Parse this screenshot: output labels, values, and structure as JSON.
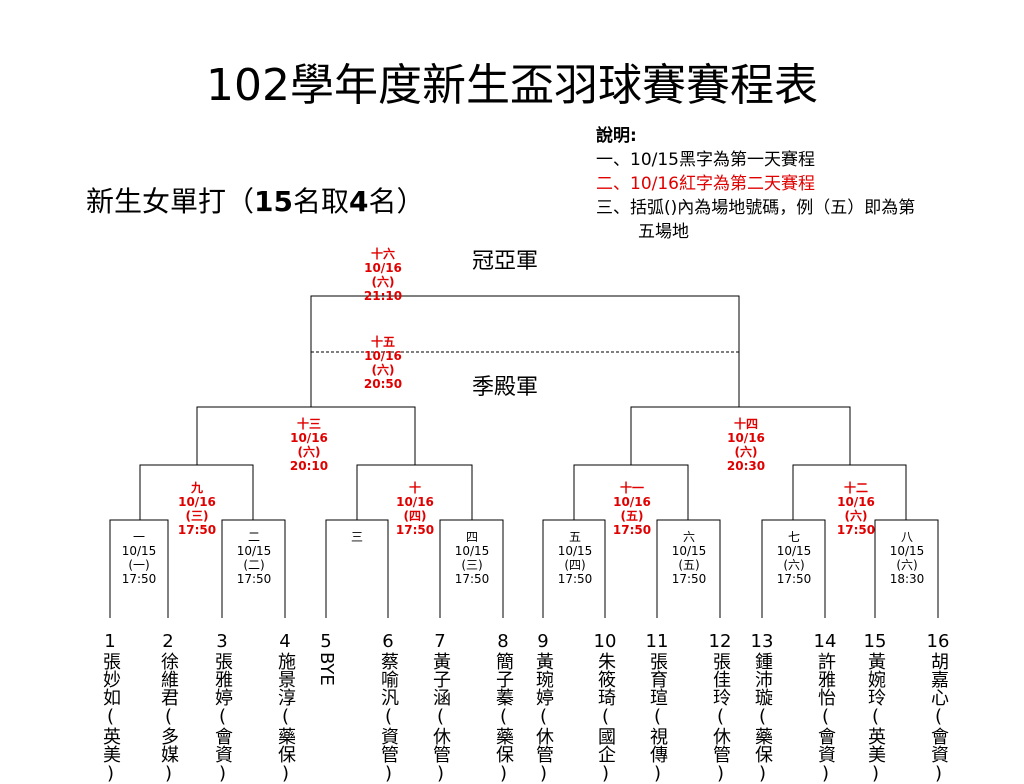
{
  "title": "102學年度新生盃羽球賽賽程表",
  "subtitle": {
    "prefix": "新生女單打（",
    "num1": "15",
    "mid": "名取",
    "num2": "4",
    "suffix": "名）"
  },
  "notes": {
    "heading": "說明:",
    "line1": "一、10/15黑字為第一天賽程",
    "line2": "二、10/16紅字為第二天賽程",
    "line3": "三、括弧()內為場地號碼，例（五）即為第",
    "line3b": "五場地"
  },
  "tags": {
    "champion": "冠亞軍",
    "third": "季殿軍"
  },
  "matches": {
    "m16": {
      "no": "十六",
      "date": "10/16",
      "court": "(六)",
      "time": "21:10"
    },
    "m15": {
      "no": "十五",
      "date": "10/16",
      "court": "(六)",
      "time": "20:50"
    },
    "m13": {
      "no": "十三",
      "date": "10/16",
      "court": "(六)",
      "time": "20:10"
    },
    "m14": {
      "no": "十四",
      "date": "10/16",
      "court": "(六)",
      "time": "20:30"
    },
    "m9": {
      "no": "九",
      "date": "10/16",
      "court": "(三)",
      "time": "17:50"
    },
    "m10": {
      "no": "十",
      "date": "10/16",
      "court": "(四)",
      "time": "17:50"
    },
    "m11": {
      "no": "十一",
      "date": "10/16",
      "court": "(五)",
      "time": "17:50"
    },
    "m12": {
      "no": "十二",
      "date": "10/16",
      "court": "(六)",
      "time": "17:50"
    },
    "m1": {
      "no": "一",
      "date": "10/15",
      "court": "(一)",
      "time": "17:50"
    },
    "m2": {
      "no": "二",
      "date": "10/15",
      "court": "(二)",
      "time": "17:50"
    },
    "m3": {
      "no": "三"
    },
    "m4": {
      "no": "四",
      "date": "10/15",
      "court": "(三)",
      "time": "17:50"
    },
    "m5": {
      "no": "五",
      "date": "10/15",
      "court": "(四)",
      "time": "17:50"
    },
    "m6": {
      "no": "六",
      "date": "10/15",
      "court": "(五)",
      "time": "17:50"
    },
    "m7": {
      "no": "七",
      "date": "10/15",
      "court": "(六)",
      "time": "17:50"
    },
    "m8": {
      "no": "八",
      "date": "10/15",
      "court": "(六)",
      "time": "18:30"
    }
  },
  "players": [
    {
      "seed": "1",
      "name": "張妙如(英美)"
    },
    {
      "seed": "2",
      "name": "徐維君(多媒)"
    },
    {
      "seed": "3",
      "name": "張雅婷(會資)"
    },
    {
      "seed": "4",
      "name": "施景淳(藥保)"
    },
    {
      "seed": "5",
      "name": "BYE"
    },
    {
      "seed": "6",
      "name": "蔡喻汎(資管)"
    },
    {
      "seed": "7",
      "name": "黃子涵(休管)"
    },
    {
      "seed": "8",
      "name": "簡子蓁(藥保)"
    },
    {
      "seed": "9",
      "name": "黃琬婷(休管)"
    },
    {
      "seed": "10",
      "name": "朱筱琦(國企)"
    },
    {
      "seed": "11",
      "name": "張育瑄(視傳)"
    },
    {
      "seed": "12",
      "name": "張佳玲(休管)"
    },
    {
      "seed": "13",
      "name": "鍾沛璇(藥保)"
    },
    {
      "seed": "14",
      "name": "許雅怡(會資)"
    },
    {
      "seed": "15",
      "name": "黃婉玲(英美)"
    },
    {
      "seed": "16",
      "name": "胡嘉心(會資)"
    }
  ]
}
